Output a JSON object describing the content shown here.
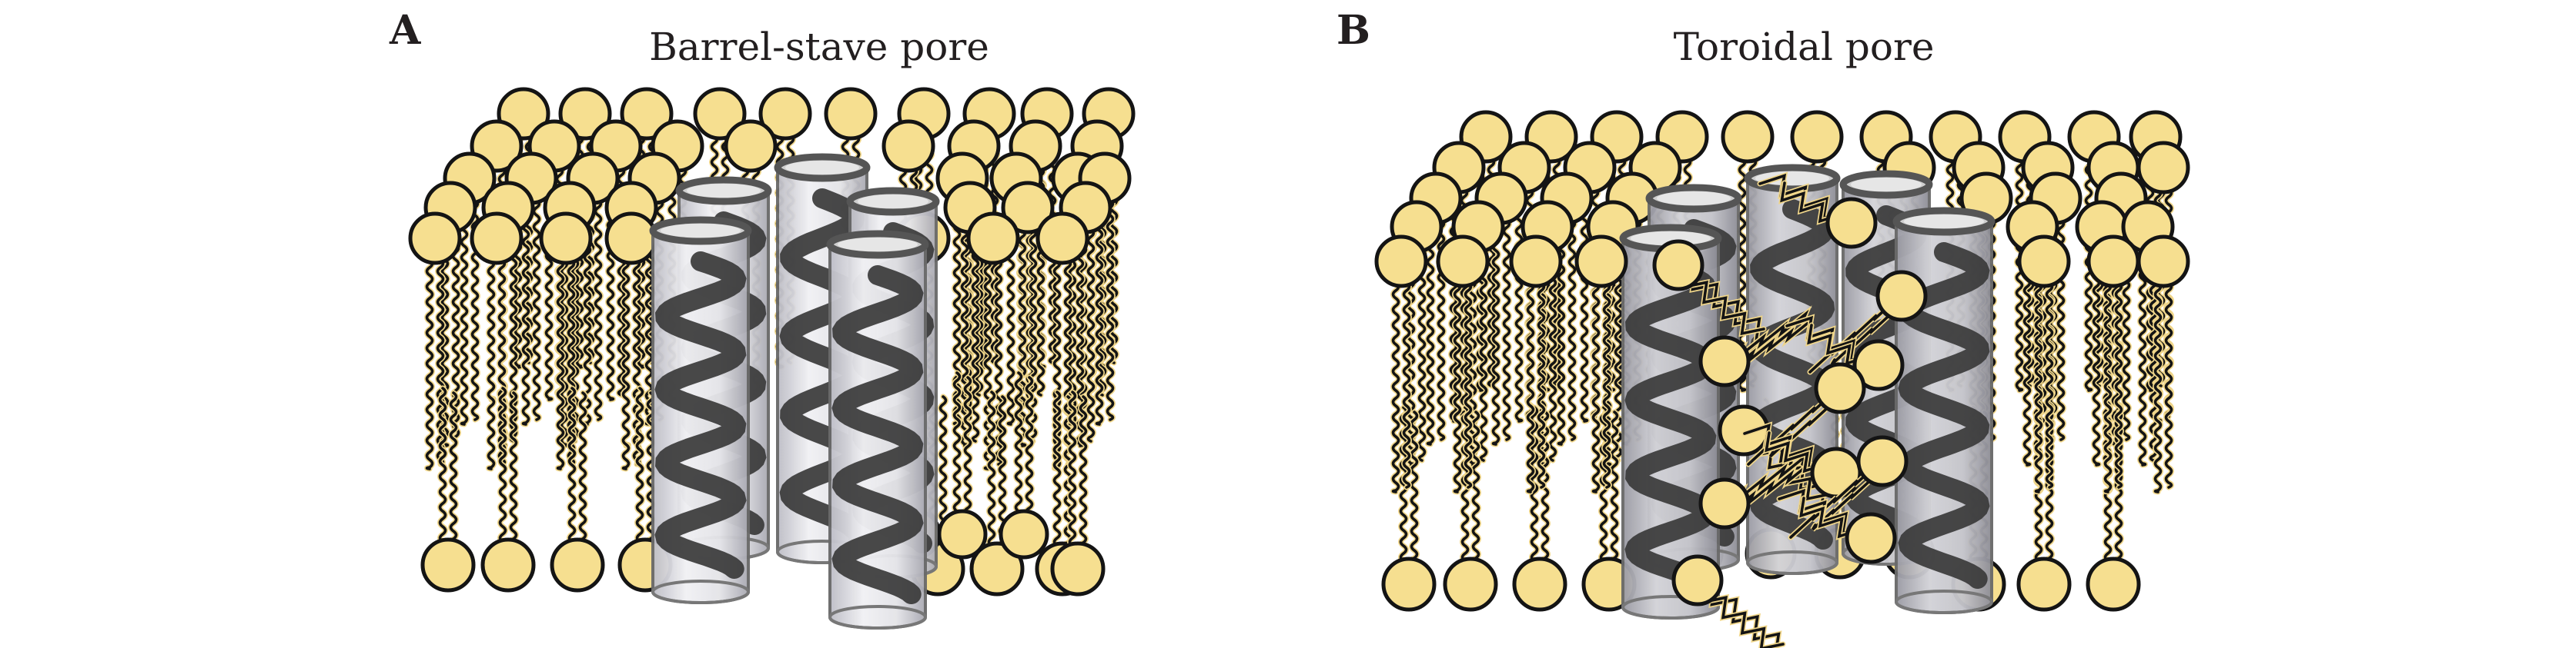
{
  "panels": [
    {
      "letter": "A",
      "title": "Barrel-stave pore"
    },
    {
      "letter": "B",
      "title": "Toroidal pore"
    }
  ],
  "colors": {
    "lipid_head": "#f6df90",
    "outline": "#141414",
    "helix": "#3a3a3a",
    "cylinder_glass": "#dcdcdc"
  },
  "icons": {
    "lipid": "lipid-molecule-icon",
    "peptide": "alpha-helix-peptide-icon"
  }
}
